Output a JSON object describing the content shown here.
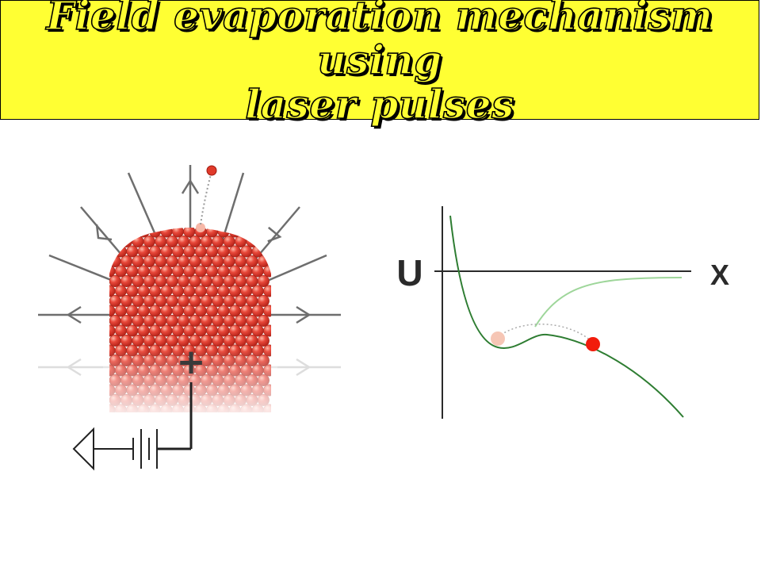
{
  "slide": {
    "title": "Field evaporation mechanism using laser pulses",
    "title_line1": "Field evaporation mechanism using",
    "title_line2": "laser pulses"
  },
  "diagram": {
    "tip_symbol": "+",
    "axis_y_label": "U",
    "axis_x_label": "X",
    "colors": {
      "title_background": "#ffff33",
      "atom": "#e03a2a",
      "atom_highlight": "#f7b8a8",
      "field_line": "#6e6e6e",
      "potential_curve": "#2e7d32",
      "potential_curve_light": "#9ed69a",
      "ion_start": "#f6c6b5",
      "ion_end": "#f21c0c"
    },
    "icons": [
      "battery-icon",
      "ground-icon",
      "field-arrow-icon"
    ]
  }
}
